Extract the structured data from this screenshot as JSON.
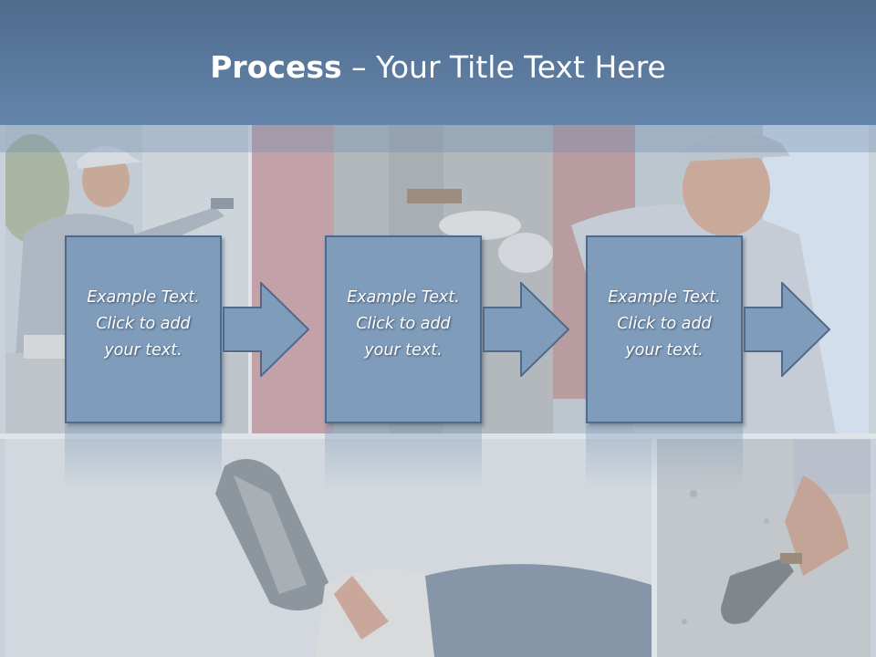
{
  "title": {
    "bold": "Process",
    "rest": " – Your Title Text Here"
  },
  "steps": [
    {
      "lines": [
        "Example Text.",
        "Click  to add",
        "your text."
      ]
    },
    {
      "lines": [
        "Example Text.",
        "Click  to add",
        "your text."
      ]
    },
    {
      "lines": [
        "Example Text.",
        "Click  to add",
        "your text."
      ]
    }
  ],
  "colors": {
    "header": "#5b7aa0",
    "step_box": "#7f9dbb",
    "step_border": "#51698a",
    "text": "#ffffff"
  },
  "background_photos": [
    "worker-with-trowel",
    "plastering-wall",
    "trowel-in-hand",
    "hand-on-concrete"
  ]
}
